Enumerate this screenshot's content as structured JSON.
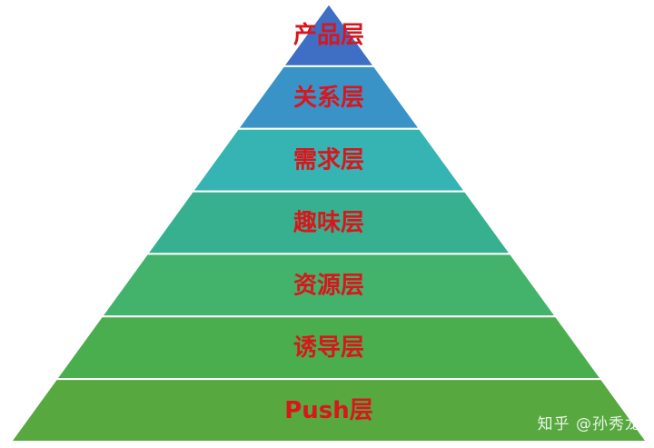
{
  "pyramid": {
    "layers": [
      {
        "label": "产品层",
        "color": "#3f6fc4"
      },
      {
        "label": "关系层",
        "color": "#3a93c6"
      },
      {
        "label": "需求层",
        "color": "#35b4b3"
      },
      {
        "label": "趣味层",
        "color": "#37b08f"
      },
      {
        "label": "资源层",
        "color": "#43b26b"
      },
      {
        "label": "诱导层",
        "color": "#4aad4e"
      },
      {
        "label": "Push层",
        "color": "#56a83f"
      }
    ]
  },
  "watermark": "知乎 @孙秀龙"
}
